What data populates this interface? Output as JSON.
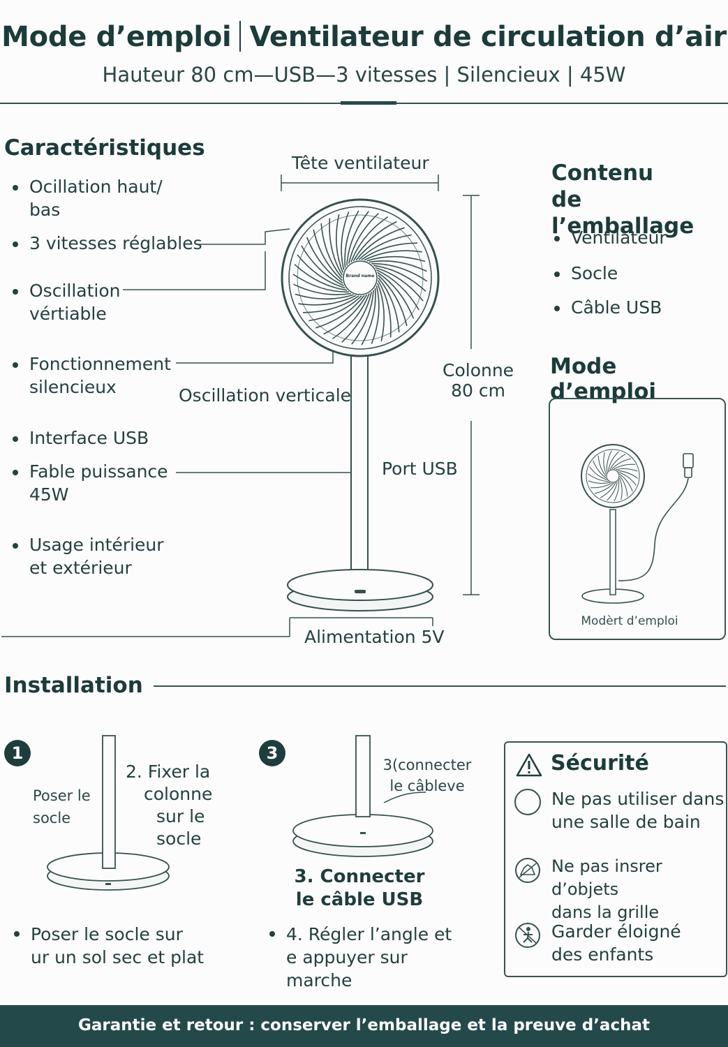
{
  "header": {
    "title_left": "Mode d’emploi",
    "title_right": "Ventilateur de circulation d’air",
    "subtitle": "Hauteur 80 cm—USB—3 vitesses | Silencieux | 45W"
  },
  "features": {
    "heading": "Caractéristiques",
    "items": [
      {
        "line1": "Ocillation haut/",
        "line2": "bas"
      },
      {
        "line1": "3 vitesses réglables",
        "line2": ""
      },
      {
        "line1": "Oscillation",
        "line2": "vértiable"
      },
      {
        "line1": "Fonctionnement",
        "line2": "silencieux"
      },
      {
        "line1": "Interface USB",
        "line2": ""
      },
      {
        "line1": "Fable puissance",
        "line2": "45W"
      },
      {
        "line1": "Usage intérieur",
        "line2": "et extérieur"
      }
    ]
  },
  "diagram": {
    "head_label": "Tête ventilateur",
    "fan_brand": "Brand name",
    "oscillation_label": "Oscillation verticale",
    "column_label_1": "Colonne",
    "column_label_2": "80 cm",
    "usb_port_label": "Port USB",
    "power_label": "Alimentation 5V"
  },
  "package": {
    "heading_1": "Contenu",
    "heading_2": "de l’emballage",
    "items": [
      "Ventilateur",
      "Socle",
      "Câble USB"
    ],
    "manual_heading": "Mode d’emploi",
    "manual_caption": "Modèrt d’emploi"
  },
  "installation": {
    "heading": "Installation",
    "step1_num": "1",
    "step1_label_1": "Poser le",
    "step1_label_2": "socle",
    "step2_1": "2. Fixer la",
    "step2_2": "colonne",
    "step2_3": "sur le",
    "step2_4": "socle",
    "bullet1_1": "Poser le socle sur",
    "bullet1_2": "ur un sol sec et plat",
    "step3_num": "3",
    "step3_small_1": "3(connecter",
    "step3_small_2": "le câbleve",
    "step3_title_1": "3. Connecter",
    "step3_title_2": "le câble USB",
    "bullet2_1": "4. Régler l’angle et",
    "bullet2_2": "e appuyer sur",
    "bullet2_3": "marche"
  },
  "safety": {
    "heading": "Sécurité",
    "items": [
      {
        "line1": "Ne pas utiliser dans",
        "line2": "une salle de bain",
        "icon": "circle-icon"
      },
      {
        "line1": "Ne pas insrer d’objets",
        "line2": "dans la grille",
        "icon": "no-hand-icon"
      },
      {
        "line1": "Garder éloigné",
        "line2": "des enfants",
        "icon": "no-child-icon"
      }
    ]
  },
  "footer": {
    "text": "Garantie et retour : conserver l’emballage et la preuve d’achat"
  },
  "colors": {
    "ink": "#1f3c3c",
    "footer_bg": "#24494a"
  }
}
